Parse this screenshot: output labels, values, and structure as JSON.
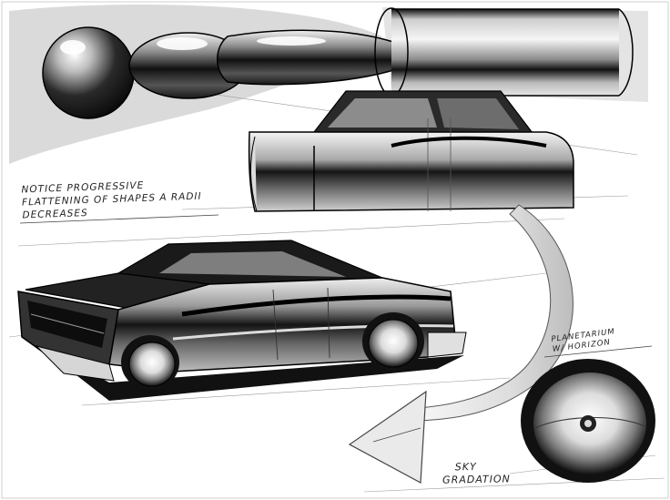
{
  "annotations": {
    "radii_note": [
      "NOTICE PROGRESSIVE",
      "FLATTENING OF SHAPES A RADII",
      "DECREASES"
    ],
    "planetarium_note": [
      "PLANETARIUM",
      "W/ HORIZON"
    ],
    "sky_note": [
      "SKY",
      "GRADATION"
    ]
  },
  "colors": {
    "paper": "#ffffff",
    "ink": "#111111",
    "marker_gray": "#9a9a9a",
    "light_gray": "#d8d8d8"
  }
}
